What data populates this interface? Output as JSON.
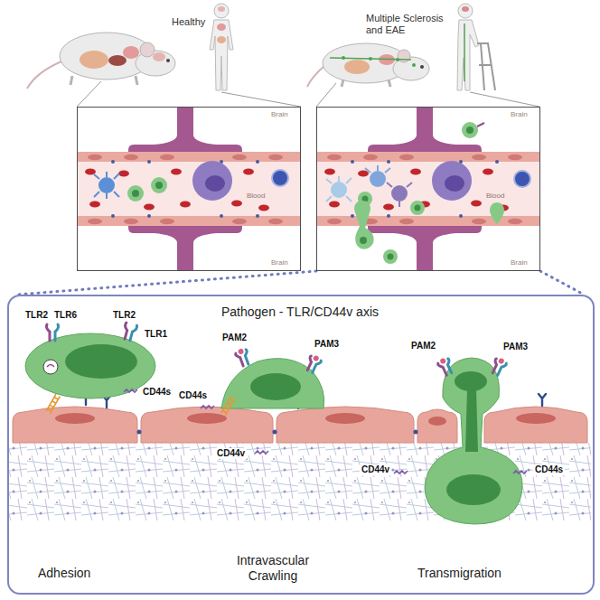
{
  "diagram": {
    "nodes": [
      {
        "text": [
          "Brain",
          "Blood",
          "Brain"
        ]
      },
      {
        "text": [
          "Brain",
          "Blood",
          "Brain"
        ]
      },
      {
        "text": [
          "Pathogen - TLR/CD44v axis",
          "Adhesion",
          "Intravascular Crawling",
          "Transmigration"
        ]
      }
    ],
    "edges": [
      {
        "from": 1,
        "to": 2,
        "arrow": "none"
      },
      {
        "from": 1,
        "to": 2,
        "arrow": "none"
      }
    ],
    "labels": [
      "Healthy",
      "Multiple Sclerosis and EAE",
      "TLR2",
      "TLR6",
      "TLR2",
      "TLR1",
      "CD44s",
      "PAM2",
      "CD44s",
      "PAM3",
      "CD44v",
      "PAM2",
      "PAM3",
      "CD44v",
      "CD44s"
    ]
  }
}
